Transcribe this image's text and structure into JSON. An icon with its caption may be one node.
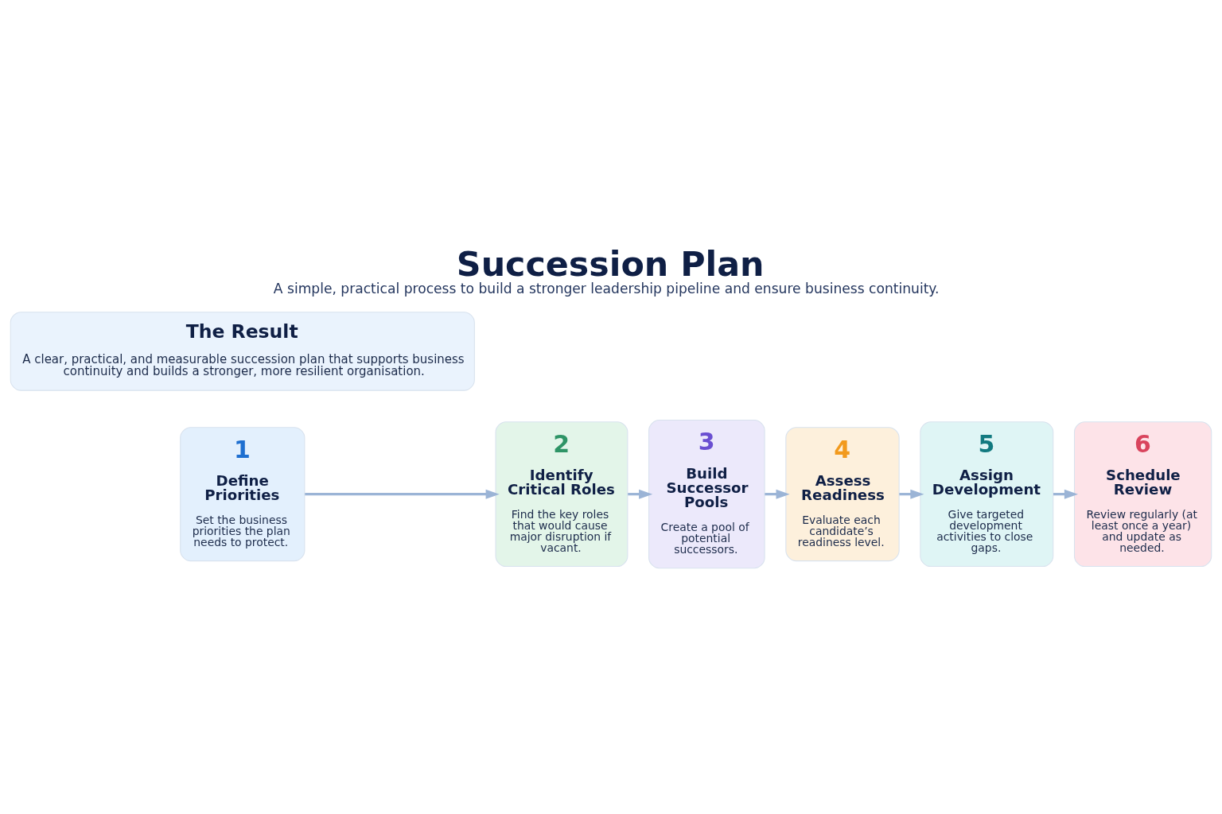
{
  "diagram": {
    "title": "Succession Plan",
    "caption": "A simple, practical process to build a stronger leadership pipeline and ensure business continuity.",
    "nodes": [
      {
        "text": [
          "1",
          "Define Priorities",
          "Set the business priorities the plan needs to protect."
        ]
      },
      {
        "text": [
          "2",
          "Identify Critical Roles",
          "Find the key roles that would cause major disruption if vacant."
        ]
      },
      {
        "text": [
          "3",
          "Build Successor Pools",
          "Create a pool of potential successors."
        ]
      },
      {
        "text": [
          "4",
          "Assess Readiness",
          "Evaluate each candidate’s readiness level."
        ]
      },
      {
        "text": [
          "5",
          "Assign Development",
          "Give targeted development activities to close gaps."
        ]
      },
      {
        "text": [
          "6",
          "Schedule Review",
          "Review regularly (at least once a year) and update as needed."
        ]
      },
      {
        "text": [
          "The Result",
          "A clear, practical, and measurable succession plan that supports business continuity and builds a stronger, more resilient organisation."
        ]
      }
    ],
    "edges": [
      {
        "from": 0,
        "to": 1,
        "arrow": "to"
      },
      {
        "from": 1,
        "to": 2,
        "arrow": "to"
      },
      {
        "from": 2,
        "to": 3,
        "arrow": "to"
      },
      {
        "from": 3,
        "to": 4,
        "arrow": "to"
      },
      {
        "from": 4,
        "to": 5,
        "arrow": "to"
      }
    ]
  }
}
